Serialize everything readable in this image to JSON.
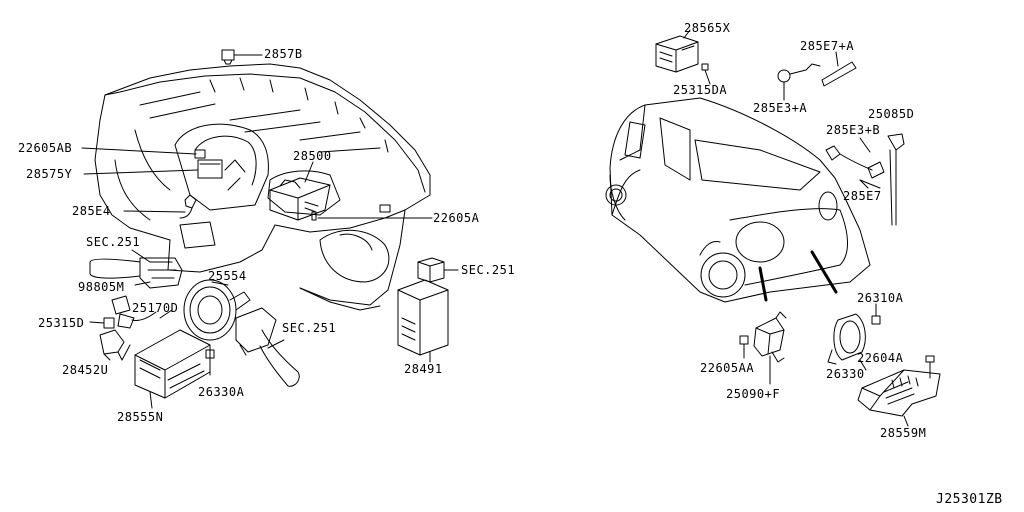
{
  "diagram": {
    "code": "J25301ZB",
    "labels": {
      "l_28578": "2857B",
      "l_22605AB": "22605AB",
      "l_28575Y": "28575Y",
      "l_28500": "28500",
      "l_285E4": "285E4",
      "l_22605A": "22605A",
      "l_sec251_a": "SEC.251",
      "l_98805M": "98805M",
      "l_25554": "25554",
      "l_sec251_b": "SEC.251",
      "l_25170D": "25170D",
      "l_25315D": "25315D",
      "l_28452U": "28452U",
      "l_sec251_c": "SEC.251",
      "l_28491": "28491",
      "l_26330A": "26330A",
      "l_28555N": "28555N",
      "l_28565X": "28565X",
      "l_285E7A": "285E7+A",
      "l_25315DA": "25315DA",
      "l_285E3A": "285E3+A",
      "l_25085D": "25085D",
      "l_285E3B": "285E3+B",
      "l_285E7": "285E7",
      "l_26310A": "26310A",
      "l_22605AA": "22605AA",
      "l_22604A": "22604A",
      "l_26330": "26330",
      "l_25090F": "25090+F",
      "l_28559M": "28559M"
    }
  }
}
